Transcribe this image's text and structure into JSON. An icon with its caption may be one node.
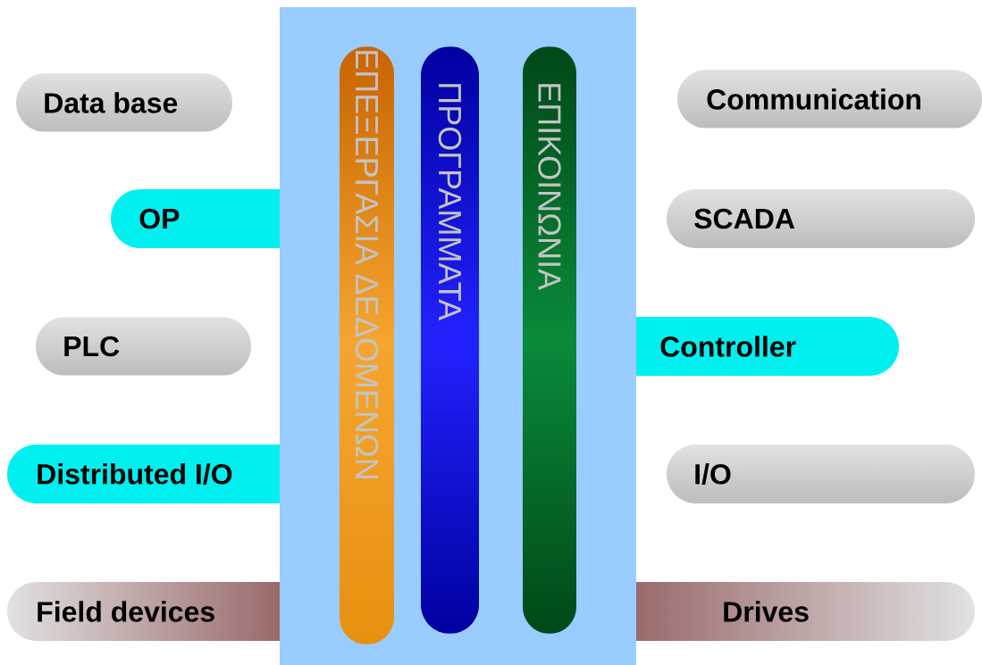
{
  "diagram": {
    "nodes": [
      {
        "text": [],
        "shape": "box"
      },
      {
        "text": [
          "ΕΠΕΞΕΡΓΑΣΙΑ ΔΕΔΟΜΕΝΩΝ"
        ],
        "in": 0
      },
      {
        "text": [
          "ΠΡΟΓΡΑΜΜΑΤΑ"
        ],
        "in": 0
      },
      {
        "text": [
          "ΕΠΙΚΟΙΝΩΝΙΑ"
        ],
        "in": 0
      },
      {
        "text": [
          "Data base"
        ]
      },
      {
        "text": [
          "Communication"
        ]
      },
      {
        "text": [
          "OP"
        ]
      },
      {
        "text": [
          "SCADA"
        ]
      },
      {
        "text": [
          "PLC"
        ]
      },
      {
        "text": [
          "Controller"
        ]
      },
      {
        "text": [
          "Distributed I/O"
        ]
      },
      {
        "text": [
          "I/O"
        ]
      },
      {
        "text": [
          "Field devices"
        ]
      },
      {
        "text": [
          "Drives"
        ]
      }
    ]
  }
}
